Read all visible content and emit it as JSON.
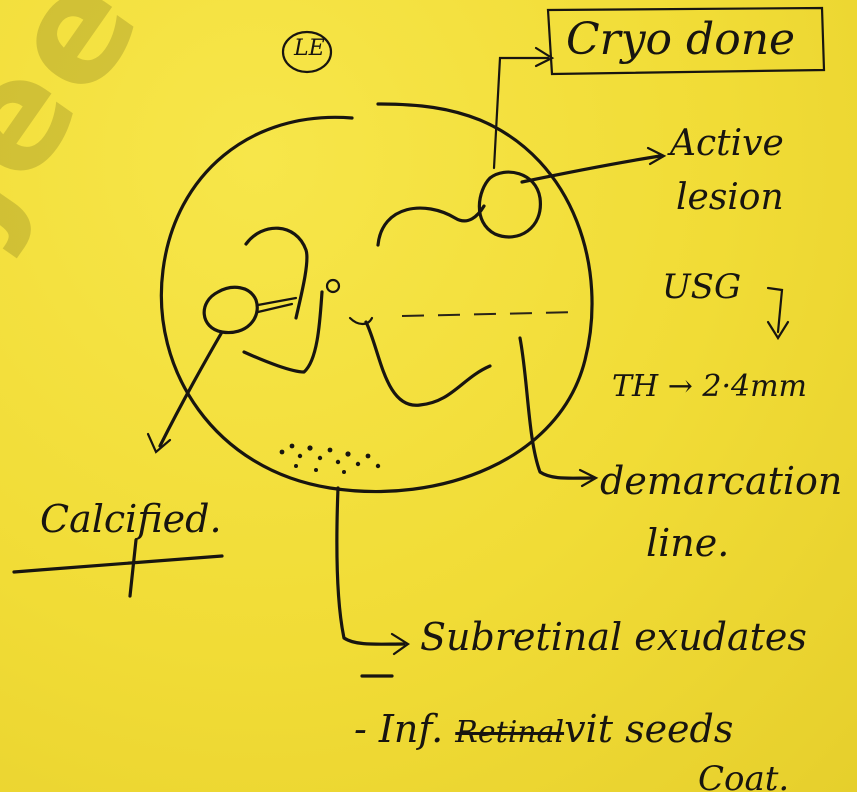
{
  "eye_label": "LE",
  "labels": {
    "cryo_done": "Cryo done",
    "active_line1": "Active",
    "active_line2": "lesion",
    "usg": "USG",
    "th": "TH → 2·4mm",
    "demarcation_line1": "demarcation",
    "demarcation_line2": "line.",
    "calcified": "Calcified.",
    "subretinal": "Subretinal exudates",
    "inf_prefix": "- Inf.",
    "struck_word": "Retinal",
    "vit_seeds": "vit seeds",
    "last_fragment": "Coat."
  },
  "watermark": "jee",
  "colors": {
    "paper": "#f2df3a",
    "ink": "#181510"
  }
}
